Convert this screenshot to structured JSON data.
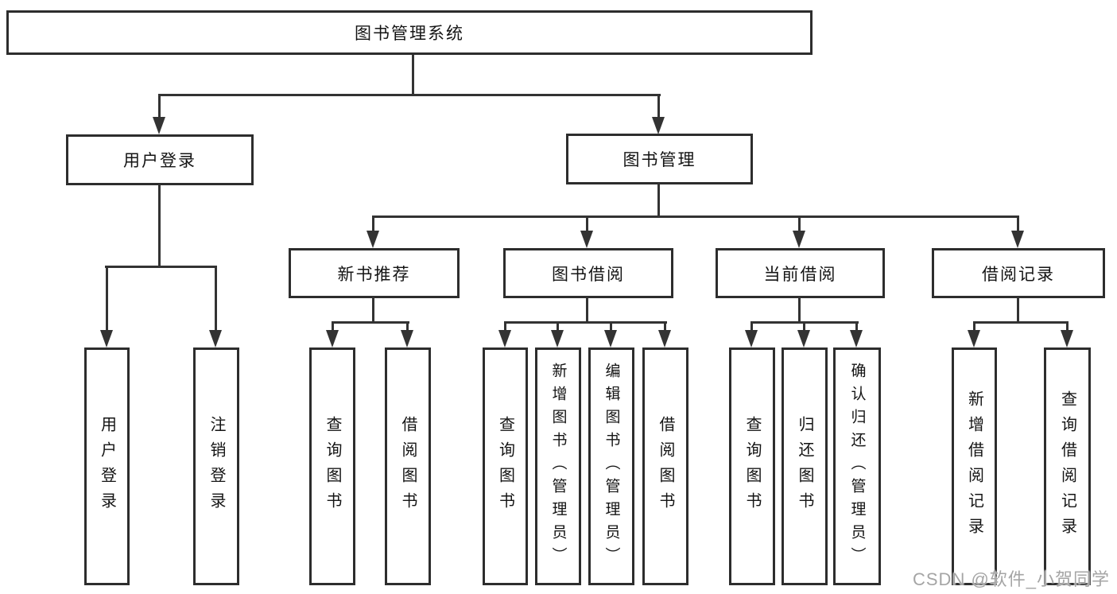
{
  "tree": {
    "root": "图书管理系统",
    "level2": [
      {
        "label": "用户登录"
      },
      {
        "label": "图书管理"
      }
    ],
    "level3": [
      {
        "label": "新书推荐",
        "parent": "图书管理"
      },
      {
        "label": "图书借阅",
        "parent": "图书管理"
      },
      {
        "label": "当前借阅",
        "parent": "图书管理"
      },
      {
        "label": "借阅记录",
        "parent": "图书管理"
      }
    ],
    "leaves": [
      {
        "label": "用户登录",
        "parent": "用户登录"
      },
      {
        "label": "注销登录",
        "parent": "用户登录"
      },
      {
        "label": "查询图书",
        "parent": "新书推荐"
      },
      {
        "label": "借阅图书",
        "parent": "新书推荐"
      },
      {
        "label": "查询图书",
        "parent": "图书借阅"
      },
      {
        "label": "新增图书（管理员）",
        "parent": "图书借阅"
      },
      {
        "label": "编辑图书（管理员）",
        "parent": "图书借阅"
      },
      {
        "label": "借阅图书",
        "parent": "图书借阅"
      },
      {
        "label": "查询图书",
        "parent": "当前借阅"
      },
      {
        "label": "归还图书",
        "parent": "当前借阅"
      },
      {
        "label": "确认归还（管理员）",
        "parent": "当前借阅"
      },
      {
        "label": "新增借阅记录",
        "parent": "借阅记录"
      },
      {
        "label": "查询借阅记录",
        "parent": "借阅记录"
      }
    ]
  },
  "watermark": {
    "text": "CSDN @软件_小贺同学"
  },
  "colors": {
    "background": "#ffffff",
    "box_border": "#2d2d2d",
    "line": "#333333",
    "text": "#141414",
    "watermark": "#a5a5a5"
  }
}
